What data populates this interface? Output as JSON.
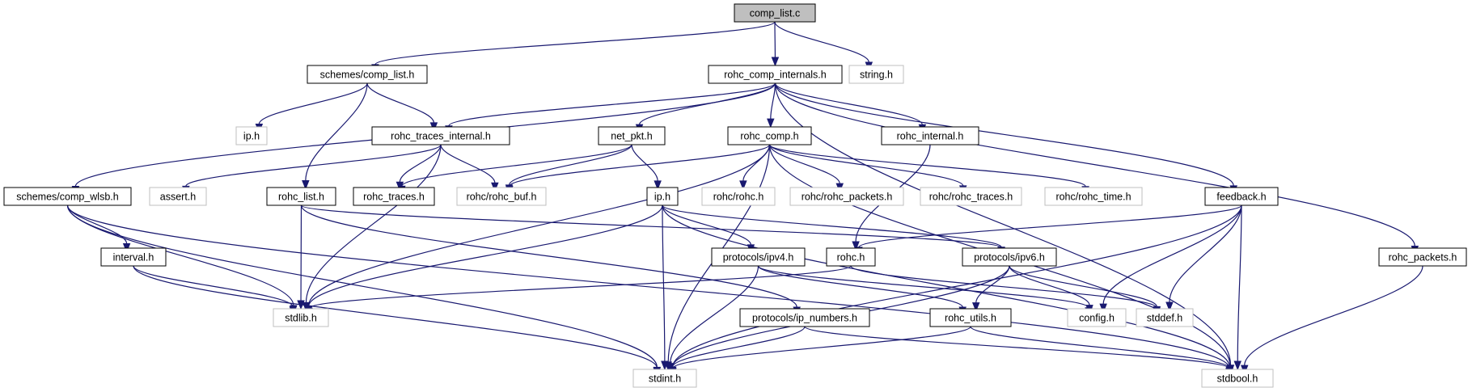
{
  "graph": {
    "nodes": [
      {
        "id": "comp_list_c",
        "label": "comp_list.c",
        "kind": "main"
      },
      {
        "id": "schemes_comp_list_h",
        "label": "schemes/comp_list.h",
        "kind": "doc"
      },
      {
        "id": "rohc_comp_internals_h",
        "label": "rohc_comp_internals.h",
        "kind": "doc"
      },
      {
        "id": "string_h",
        "label": "string.h",
        "kind": "ext"
      },
      {
        "id": "ip_h_ext",
        "label": "ip.h",
        "kind": "ext"
      },
      {
        "id": "rohc_traces_internal_h",
        "label": "rohc_traces_internal.h",
        "kind": "doc"
      },
      {
        "id": "net_pkt_h",
        "label": "net_pkt.h",
        "kind": "doc"
      },
      {
        "id": "rohc_comp_h",
        "label": "rohc_comp.h",
        "kind": "doc"
      },
      {
        "id": "rohc_internal_h",
        "label": "rohc_internal.h",
        "kind": "doc"
      },
      {
        "id": "schemes_comp_wlsb_h",
        "label": "schemes/comp_wlsb.h",
        "kind": "doc"
      },
      {
        "id": "assert_h",
        "label": "assert.h",
        "kind": "ext"
      },
      {
        "id": "rohc_list_h",
        "label": "rohc_list.h",
        "kind": "doc"
      },
      {
        "id": "rohc_traces_h",
        "label": "rohc_traces.h",
        "kind": "doc"
      },
      {
        "id": "rohc_buf_h",
        "label": "rohc/rohc_buf.h",
        "kind": "ext"
      },
      {
        "id": "ip_h",
        "label": "ip.h",
        "kind": "doc"
      },
      {
        "id": "rohc_rohc_h",
        "label": "rohc/rohc.h",
        "kind": "ext"
      },
      {
        "id": "rohc_rohc_packets_h",
        "label": "rohc/rohc_packets.h",
        "kind": "ext"
      },
      {
        "id": "rohc_rohc_traces_h",
        "label": "rohc/rohc_traces.h",
        "kind": "ext"
      },
      {
        "id": "rohc_rohc_time_h",
        "label": "rohc/rohc_time.h",
        "kind": "ext"
      },
      {
        "id": "feedback_h",
        "label": "feedback.h",
        "kind": "doc"
      },
      {
        "id": "rohc_packets_h",
        "label": "rohc_packets.h",
        "kind": "doc"
      },
      {
        "id": "interval_h",
        "label": "interval.h",
        "kind": "doc"
      },
      {
        "id": "protocols_ipv4_h",
        "label": "protocols/ipv4.h",
        "kind": "doc"
      },
      {
        "id": "rohc_h",
        "label": "rohc.h",
        "kind": "doc"
      },
      {
        "id": "protocols_ipv6_h",
        "label": "protocols/ipv6.h",
        "kind": "doc"
      },
      {
        "id": "stdlib_h",
        "label": "stdlib.h",
        "kind": "ext"
      },
      {
        "id": "protocols_ip_numbers_h",
        "label": "protocols/ip_numbers.h",
        "kind": "doc"
      },
      {
        "id": "rohc_utils_h",
        "label": "rohc_utils.h",
        "kind": "doc"
      },
      {
        "id": "config_h",
        "label": "config.h",
        "kind": "ext"
      },
      {
        "id": "stddef_h",
        "label": "stddef.h",
        "kind": "ext"
      },
      {
        "id": "stdint_h",
        "label": "stdint.h",
        "kind": "ext"
      },
      {
        "id": "stdbool_h",
        "label": "stdbool.h",
        "kind": "ext"
      }
    ],
    "edges": [
      [
        "comp_list_c",
        "schemes_comp_list_h"
      ],
      [
        "comp_list_c",
        "rohc_comp_internals_h"
      ],
      [
        "comp_list_c",
        "string_h"
      ],
      [
        "schemes_comp_list_h",
        "ip_h_ext"
      ],
      [
        "schemes_comp_list_h",
        "rohc_traces_internal_h"
      ],
      [
        "schemes_comp_list_h",
        "rohc_list_h"
      ],
      [
        "rohc_comp_internals_h",
        "rohc_traces_internal_h"
      ],
      [
        "rohc_comp_internals_h",
        "net_pkt_h"
      ],
      [
        "rohc_comp_internals_h",
        "rohc_comp_h"
      ],
      [
        "rohc_comp_internals_h",
        "rohc_internal_h"
      ],
      [
        "rohc_comp_internals_h",
        "schemes_comp_wlsb_h"
      ],
      [
        "rohc_comp_internals_h",
        "feedback_h"
      ],
      [
        "rohc_comp_internals_h",
        "rohc_packets_h"
      ],
      [
        "rohc_comp_internals_h",
        "stdbool_h"
      ],
      [
        "rohc_traces_internal_h",
        "assert_h"
      ],
      [
        "rohc_traces_internal_h",
        "rohc_traces_h"
      ],
      [
        "rohc_traces_internal_h",
        "rohc_buf_h"
      ],
      [
        "rohc_traces_internal_h",
        "stdlib_h"
      ],
      [
        "net_pkt_h",
        "rohc_traces_h"
      ],
      [
        "net_pkt_h",
        "rohc_buf_h"
      ],
      [
        "net_pkt_h",
        "ip_h"
      ],
      [
        "rohc_comp_h",
        "rohc_buf_h"
      ],
      [
        "rohc_comp_h",
        "rohc_rohc_h"
      ],
      [
        "rohc_comp_h",
        "rohc_rohc_packets_h"
      ],
      [
        "rohc_comp_h",
        "rohc_rohc_traces_h"
      ],
      [
        "rohc_comp_h",
        "rohc_rohc_time_h"
      ],
      [
        "rohc_comp_h",
        "stdlib_h"
      ],
      [
        "rohc_comp_h",
        "stdint_h"
      ],
      [
        "rohc_comp_h",
        "stdbool_h"
      ],
      [
        "rohc_internal_h",
        "rohc_h"
      ],
      [
        "schemes_comp_wlsb_h",
        "interval_h"
      ],
      [
        "schemes_comp_wlsb_h",
        "stdlib_h"
      ],
      [
        "schemes_comp_wlsb_h",
        "stdint_h"
      ],
      [
        "schemes_comp_wlsb_h",
        "stdbool_h"
      ],
      [
        "rohc_list_h",
        "stdlib_h"
      ],
      [
        "rohc_list_h",
        "protocols_ip_numbers_h"
      ],
      [
        "rohc_list_h",
        "protocols_ipv6_h"
      ],
      [
        "ip_h",
        "stdlib_h"
      ],
      [
        "ip_h",
        "stdint_h"
      ],
      [
        "ip_h",
        "protocols_ipv4_h"
      ],
      [
        "ip_h",
        "protocols_ipv6_h"
      ],
      [
        "ip_h",
        "stdbool_h"
      ],
      [
        "feedback_h",
        "rohc_h"
      ],
      [
        "feedback_h",
        "config_h"
      ],
      [
        "feedback_h",
        "stddef_h"
      ],
      [
        "feedback_h",
        "stdint_h"
      ],
      [
        "feedback_h",
        "stdbool_h"
      ],
      [
        "rohc_packets_h",
        "stdbool_h"
      ],
      [
        "interval_h",
        "stdlib_h"
      ],
      [
        "interval_h",
        "stdint_h"
      ],
      [
        "protocols_ipv4_h",
        "stdint_h"
      ],
      [
        "protocols_ipv4_h",
        "rohc_utils_h"
      ],
      [
        "protocols_ipv4_h",
        "config_h"
      ],
      [
        "rohc_h",
        "stdlib_h"
      ],
      [
        "rohc_h",
        "stddef_h"
      ],
      [
        "protocols_ipv6_h",
        "rohc_utils_h"
      ],
      [
        "protocols_ipv6_h",
        "config_h"
      ],
      [
        "protocols_ipv6_h",
        "stddef_h"
      ],
      [
        "protocols_ipv6_h",
        "stdint_h"
      ],
      [
        "protocols_ip_numbers_h",
        "stdint_h"
      ],
      [
        "protocols_ip_numbers_h",
        "stdbool_h"
      ],
      [
        "rohc_utils_h",
        "stdint_h"
      ],
      [
        "rohc_utils_h",
        "stdbool_h"
      ]
    ]
  }
}
